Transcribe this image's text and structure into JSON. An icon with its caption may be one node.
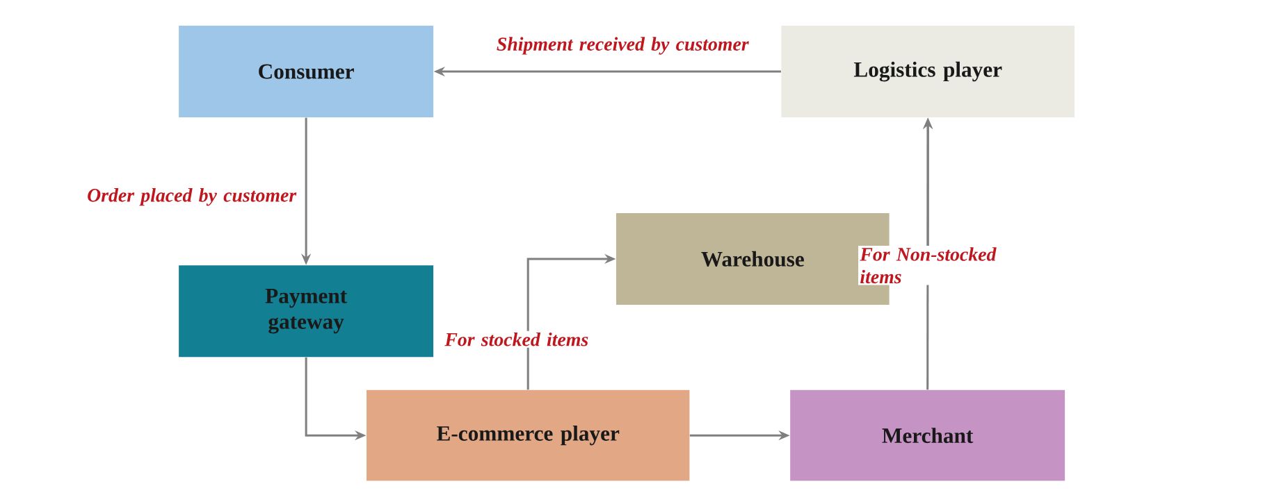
{
  "diagram": {
    "nodes": [
      {
        "text": [
          "Consumer"
        ]
      },
      {
        "text": [
          "Logistics player"
        ]
      },
      {
        "text": [
          "Warehouse"
        ]
      },
      {
        "text": [
          "Payment gateway"
        ]
      },
      {
        "text": [
          "E-commerce player"
        ]
      },
      {
        "text": [
          "Merchant"
        ]
      }
    ],
    "edges": [
      {
        "from": 1,
        "to": 0,
        "arrow": "to",
        "label": "Shipment received by customer"
      },
      {
        "from": 0,
        "to": 3,
        "arrow": "to",
        "label": "Order placed by customer"
      },
      {
        "from": 3,
        "to": 4,
        "arrow": "to"
      },
      {
        "from": 4,
        "to": 2,
        "arrow": "to",
        "label": "For stocked items"
      },
      {
        "from": 4,
        "to": 5,
        "arrow": "to"
      },
      {
        "from": 5,
        "to": 1,
        "arrow": "to",
        "label": "For Non-stocked items"
      },
      {
        "from": 2,
        "to": 1,
        "arrow": "to"
      }
    ]
  }
}
